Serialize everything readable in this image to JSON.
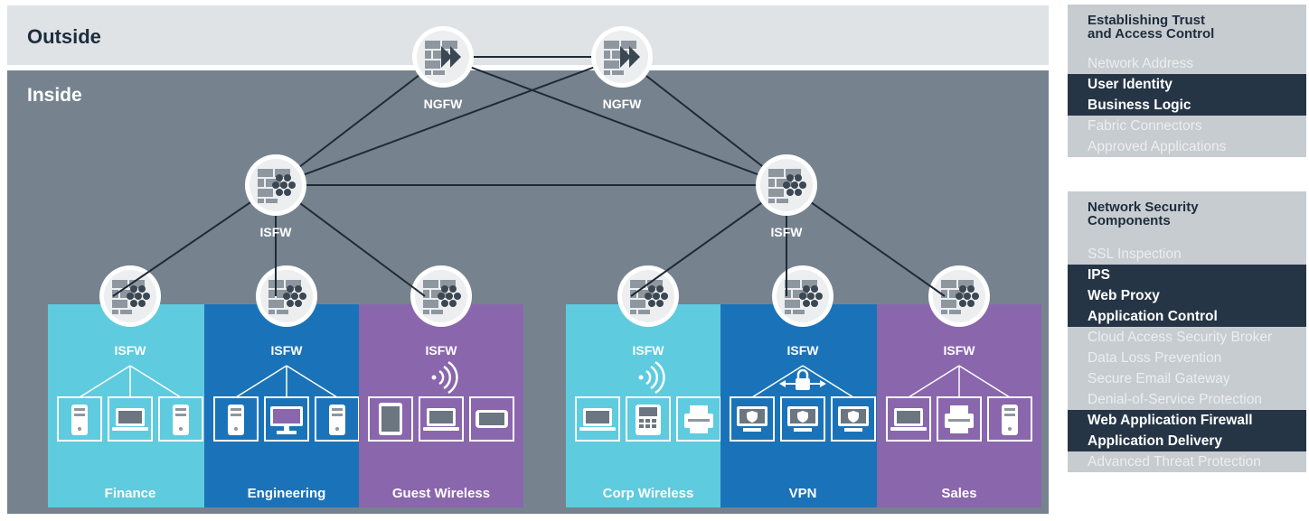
{
  "zones": {
    "outside_label": "Outside",
    "inside_label": "Inside"
  },
  "firewalls": {
    "ngfw_left": "NGFW",
    "ngfw_right": "NGFW",
    "isfw_left": "ISFW",
    "isfw_right": "ISFW"
  },
  "segments": [
    {
      "name": "Finance",
      "fw_label": "ISFW",
      "color": "#5ecbdf",
      "devices": [
        "server-icon",
        "laptop-icon",
        "server-icon"
      ],
      "link": "wired"
    },
    {
      "name": "Engineering",
      "fw_label": "ISFW",
      "color": "#1a73b9",
      "devices": [
        "server-icon",
        "workstation-icon",
        "server-icon"
      ],
      "link": "wired"
    },
    {
      "name": "Guest Wireless",
      "fw_label": "ISFW",
      "color": "#8a66ad",
      "devices": [
        "tablet-icon",
        "laptop-icon",
        "phone-icon"
      ],
      "link": "wireless"
    },
    {
      "name": "Corp Wireless",
      "fw_label": "ISFW",
      "color": "#5ecbdf",
      "devices": [
        "laptop-icon",
        "desk-phone-icon",
        "printer-icon"
      ],
      "link": "wireless"
    },
    {
      "name": "VPN",
      "fw_label": "ISFW",
      "color": "#1a73b9",
      "devices": [
        "secure-laptop-icon",
        "secure-workstation-icon",
        "secure-monitor-icon"
      ],
      "link": "vpn"
    },
    {
      "name": "Sales",
      "fw_label": "ISFW",
      "color": "#8a66ad",
      "devices": [
        "laptop-icon",
        "printer-icon",
        "server-icon"
      ],
      "link": "wired"
    }
  ],
  "panel": {
    "trust": {
      "title": "Establishing Trust\nand Access Control",
      "items": [
        {
          "label": "Network Address",
          "active": false
        },
        {
          "label": "User Identity",
          "active": true
        },
        {
          "label": "Business Logic",
          "active": true
        },
        {
          "label": "Fabric Connectors",
          "active": false
        },
        {
          "label": "Approved Applications",
          "active": false
        }
      ]
    },
    "security": {
      "title": "Network Security\nComponents",
      "items": [
        {
          "label": "SSL Inspection",
          "active": false
        },
        {
          "label": "IPS",
          "active": true
        },
        {
          "label": "Web Proxy",
          "active": true
        },
        {
          "label": "Application Control",
          "active": true
        },
        {
          "label": "Cloud Access Security Broker",
          "active": false
        },
        {
          "label": "Data Loss Prevention",
          "active": false
        },
        {
          "label": "Secure Email Gateway",
          "active": false
        },
        {
          "label": "Denial-of-Service Protection",
          "active": false
        },
        {
          "label": "Web Application Firewall",
          "active": true
        },
        {
          "label": "Application Delivery",
          "active": true
        },
        {
          "label": "Advanced Threat Protection",
          "active": false
        }
      ]
    }
  },
  "colors": {
    "outside_bg": "#dfe3e6",
    "inside_bg": "#76838f",
    "line": "#1f2a36",
    "panel_dim": "#c7ccd0",
    "panel_active": "#263545"
  }
}
